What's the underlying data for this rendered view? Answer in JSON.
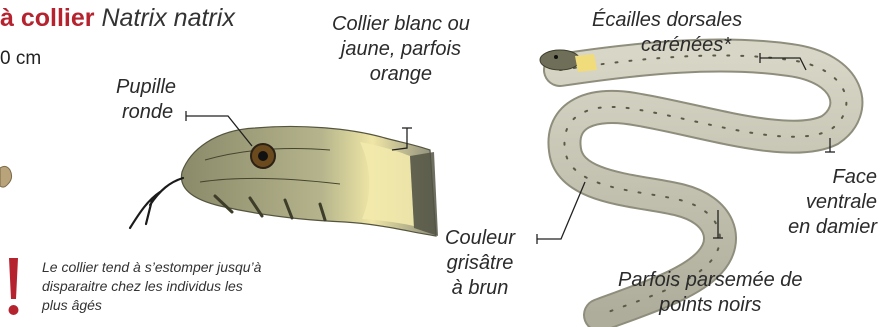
{
  "header": {
    "common_name_fragment": "à collier",
    "scientific_name": "Natrix natrix",
    "size_fragment": "0 cm"
  },
  "labels": {
    "pupil": [
      "Pupille",
      "ronde"
    ],
    "collar": [
      "Collier blanc ou",
      "jaune, parfois",
      "orange"
    ],
    "scales": [
      "Écailles dorsales",
      "carénées*"
    ],
    "belly": [
      "Face",
      "ventrale",
      "en damier"
    ],
    "color": [
      "Couleur",
      "grisâtre",
      "à brun"
    ],
    "dots": [
      "Parfois parsemée de",
      "points noirs"
    ]
  },
  "note": {
    "text": "Le collier tend à s’estomper jusqu’à disparaitre chez les individus les plus âgés"
  },
  "colors": {
    "accent": "#b5232f",
    "snake_body": "#c9c7b6",
    "collar": "#f1e7a8"
  }
}
